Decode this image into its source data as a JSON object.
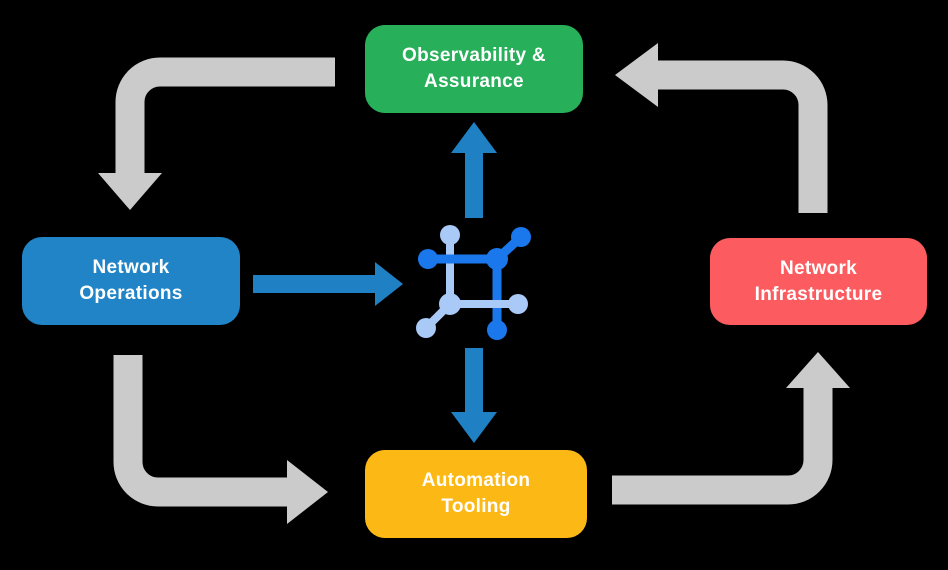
{
  "colors": {
    "background": "#000000",
    "cycle_arrow": "#CBCBCB",
    "hub_arrow": "#1F80C4",
    "icon_dark": "#1B78EC",
    "icon_light": "#A9C9F7",
    "label_text": "#FFFFFF"
  },
  "nodes": {
    "observability": {
      "label": "Observability &\nAssurance",
      "color": "#27AF5A"
    },
    "operations": {
      "label": "Network\nOperations",
      "color": "#2184C6"
    },
    "infrastructure": {
      "label": "Network\nInfrastructure",
      "color": "#FC5C5F"
    },
    "automation": {
      "label": "Automation\nTooling",
      "color": "#FCB916"
    }
  },
  "center_icon": {
    "name": "network-hub-icon"
  },
  "flows": [
    {
      "from": "Observability & Assurance",
      "to": "Network Operations",
      "type": "cycle"
    },
    {
      "from": "Network Operations",
      "to": "Automation Tooling",
      "type": "cycle"
    },
    {
      "from": "Automation Tooling",
      "to": "Network Infrastructure",
      "type": "cycle"
    },
    {
      "from": "Network Infrastructure",
      "to": "Observability & Assurance",
      "type": "cycle"
    },
    {
      "from": "Network Operations",
      "to": "network-hub-icon",
      "type": "direct"
    },
    {
      "from": "network-hub-icon",
      "to": "Observability & Assurance",
      "type": "direct"
    },
    {
      "from": "network-hub-icon",
      "to": "Automation Tooling",
      "type": "direct"
    }
  ]
}
